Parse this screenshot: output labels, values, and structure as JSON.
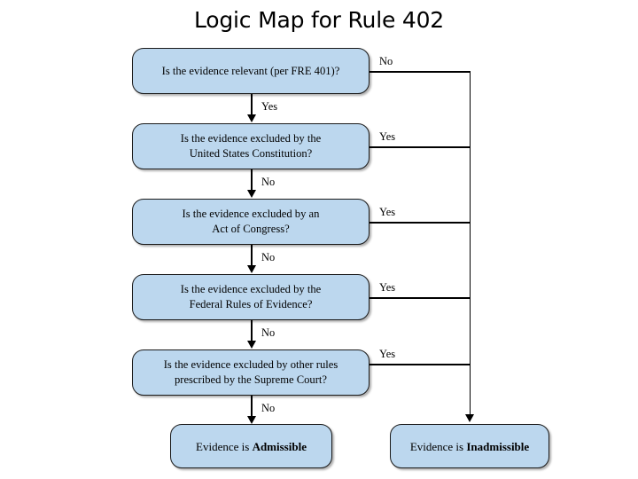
{
  "title": "Logic Map for Rule 402",
  "colors": {
    "node_fill": "#bcd7ee",
    "node_border": "#1a1a1a",
    "connector": "#000000",
    "background": "#ffffff",
    "text": "#000000"
  },
  "nodes": {
    "relevant": "Is the evidence relevant (per FRE 401)?",
    "constitution": "Is the evidence excluded by the\nUnited States Constitution?",
    "congress": "Is the evidence excluded by an\nAct of Congress?",
    "fre": "Is the evidence excluded by the\nFederal Rules of Evidence?",
    "supreme": "Is the evidence excluded by other rules\nprescribed by the Supreme Court?",
    "admissible_prefix": "Evidence is ",
    "admissible_bold": "Admissible",
    "inadmissible_prefix": "Evidence is ",
    "inadmissible_bold": "Inadmissible"
  },
  "edge_labels": {
    "relevant_no": "No",
    "relevant_yes": "Yes",
    "constitution_yes": "Yes",
    "constitution_no": "No",
    "congress_yes": "Yes",
    "congress_no": "No",
    "fre_yes": "Yes",
    "fre_no": "No",
    "supreme_yes": "Yes",
    "supreme_no": "No"
  },
  "chart_data": {
    "type": "diagram",
    "diagram_kind": "flowchart",
    "title": "Logic Map for Rule 402",
    "orientation": "top-to-bottom",
    "nodes": [
      {
        "id": "relevant",
        "shape": "rounded-rect",
        "text": "Is the evidence relevant (per FRE 401)?",
        "role": "decision"
      },
      {
        "id": "constitution",
        "shape": "rounded-rect",
        "text": "Is the evidence excluded by the United States Constitution?",
        "role": "decision"
      },
      {
        "id": "congress",
        "shape": "rounded-rect",
        "text": "Is the evidence excluded by an Act of Congress?",
        "role": "decision"
      },
      {
        "id": "fre",
        "shape": "rounded-rect",
        "text": "Is the evidence excluded by the Federal Rules of Evidence?",
        "role": "decision"
      },
      {
        "id": "supreme",
        "shape": "rounded-rect",
        "text": "Is the evidence excluded by other rules prescribed by the Supreme Court?",
        "role": "decision"
      },
      {
        "id": "admissible",
        "shape": "rounded-rect",
        "text": "Evidence is Admissible",
        "role": "terminal"
      },
      {
        "id": "inadmissible",
        "shape": "rounded-rect",
        "text": "Evidence is Inadmissible",
        "role": "terminal"
      }
    ],
    "edges": [
      {
        "from": "relevant",
        "to": "inadmissible",
        "label": "No"
      },
      {
        "from": "relevant",
        "to": "constitution",
        "label": "Yes"
      },
      {
        "from": "constitution",
        "to": "inadmissible",
        "label": "Yes"
      },
      {
        "from": "constitution",
        "to": "congress",
        "label": "No"
      },
      {
        "from": "congress",
        "to": "inadmissible",
        "label": "Yes"
      },
      {
        "from": "congress",
        "to": "fre",
        "label": "No"
      },
      {
        "from": "fre",
        "to": "inadmissible",
        "label": "Yes"
      },
      {
        "from": "fre",
        "to": "supreme",
        "label": "No"
      },
      {
        "from": "supreme",
        "to": "inadmissible",
        "label": "Yes"
      },
      {
        "from": "supreme",
        "to": "admissible",
        "label": "No"
      }
    ]
  }
}
